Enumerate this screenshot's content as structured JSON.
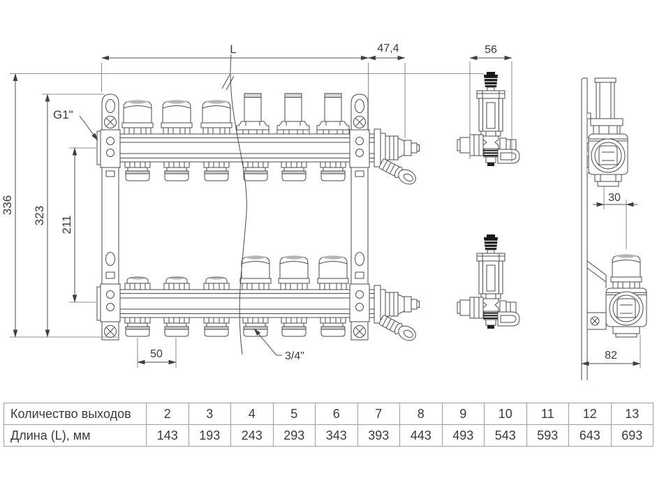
{
  "dims": {
    "length_label": "L",
    "end_offset": "47,4",
    "vent_width": "56",
    "connection_thread": "G1\"",
    "total_height": "336",
    "bracket_height": "323",
    "axis_distance": "211",
    "outlet_spacing": "50",
    "outlet_thread": "3/4\"",
    "depth_offset": "30",
    "depth_total": "82"
  },
  "table": {
    "outputs_label": "Количество выходов",
    "length_label": "Длина (L), мм",
    "outputs": [
      "2",
      "3",
      "4",
      "5",
      "6",
      "7",
      "8",
      "9",
      "10",
      "11",
      "12",
      "13"
    ],
    "lengths": [
      "143",
      "193",
      "243",
      "293",
      "343",
      "393",
      "443",
      "493",
      "543",
      "593",
      "643",
      "693"
    ]
  },
  "colors": {
    "line": "#4a4a4a",
    "dimension": "#3f3f3f",
    "table_border": "#9f9f9f",
    "cap_shade": "#b5b5b5",
    "vent_cap": "#191919"
  }
}
